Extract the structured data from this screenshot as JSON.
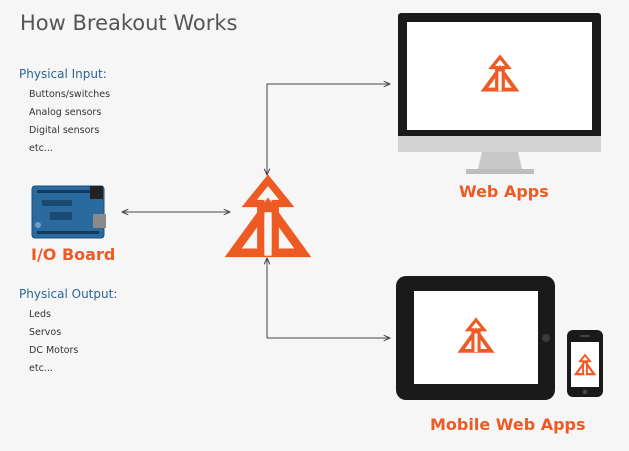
{
  "title": "How Breakout Works",
  "physical_input": {
    "heading": "Physical Input:",
    "items": [
      "Buttons/switches",
      "Analog sensors",
      "Digital  sensors",
      "etc..."
    ]
  },
  "physical_output": {
    "heading": "Physical Output:",
    "items": [
      "Leds",
      "Servos",
      "DC Motors",
      "etc..."
    ]
  },
  "io_board_label": "I/O Board",
  "web_apps_label": "Web Apps",
  "mobile_web_apps_label": "Mobile Web Apps",
  "colors": {
    "accent": "#ee5a24",
    "heading": "#2a6496",
    "board": "#2b6a9e",
    "device": "#1a1a1a"
  },
  "icons": [
    "breakout-logo-icon",
    "arduino-board-icon",
    "monitor-icon",
    "tablet-icon",
    "phone-icon"
  ]
}
